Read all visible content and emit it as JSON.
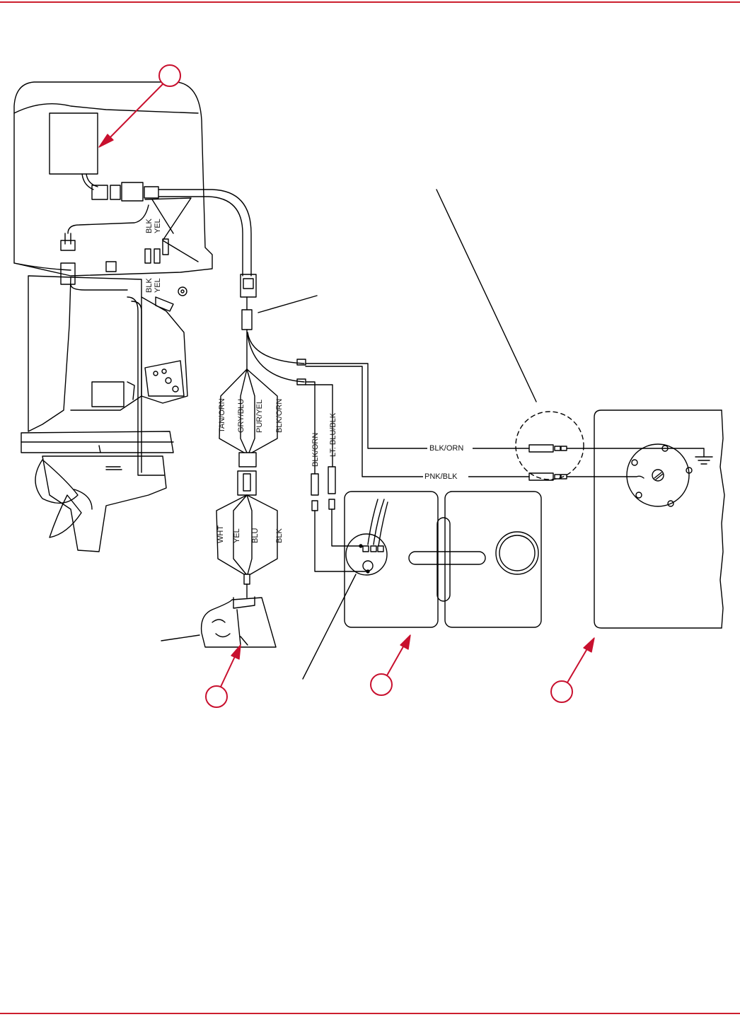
{
  "colors": {
    "rule": "#cc1f2e",
    "callout": "#c8102e",
    "line": "#000000"
  },
  "wires": {
    "upper_left": [
      "BLK",
      "YEL"
    ],
    "upper_right": [
      "BLK",
      "YEL"
    ],
    "harness_top": [
      "TAN/ORN",
      "GRY/BLU",
      "PUR/YEL",
      "BLK/ORN"
    ],
    "harness_bottom": [
      "WHT",
      "YEL",
      "BLU",
      "BLK"
    ],
    "tank_leads": [
      "BLK/ORN",
      "LT. BLU/BLK"
    ],
    "gauge_ground": "BLK/ORN",
    "gauge_signal": "PNK/BLK"
  },
  "icons": {
    "ground": "ground-symbol-icon",
    "callout": "red-circle-callout-icon"
  }
}
